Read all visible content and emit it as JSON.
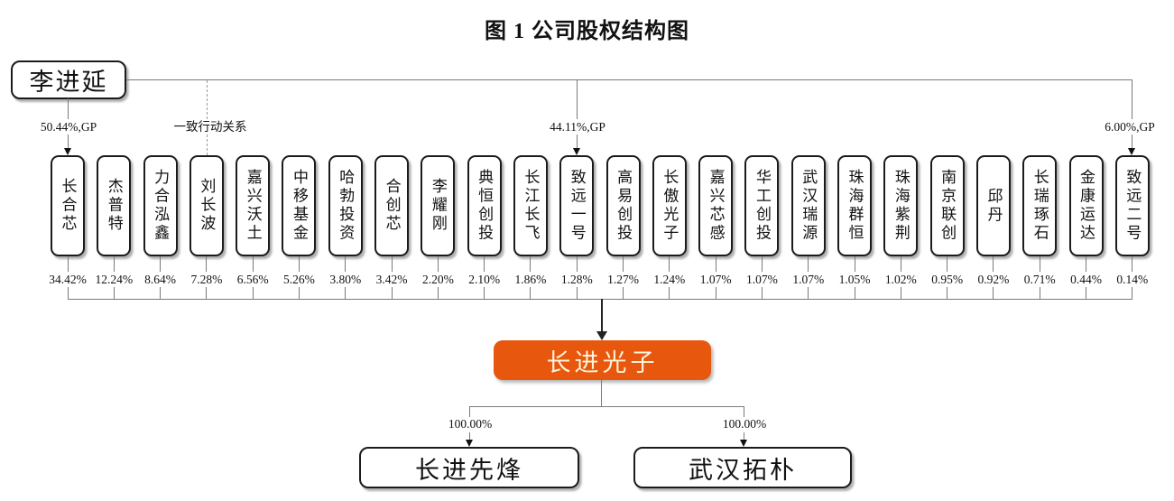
{
  "title": "图 1 公司股权结构图",
  "colors": {
    "company_fill": "#E7580E",
    "company_text": "#FCF3DB",
    "box_border": "#1b1b1b",
    "line": "#7a7a7a"
  },
  "controller": {
    "name": "李进延"
  },
  "edges": {
    "to_changhexin": "50.44%,GP",
    "concerted_action": "一致行动关系",
    "to_zhiyuan_no1": "44.11%,GP",
    "to_zhiyuan_no2": "6.00%,GP"
  },
  "shareholders": [
    {
      "name": "长合芯",
      "pct": "34.42%"
    },
    {
      "name": "杰普特",
      "pct": "12.24%"
    },
    {
      "name": "力合泓鑫",
      "pct": "8.64%"
    },
    {
      "name": "刘长波",
      "pct": "7.28%"
    },
    {
      "name": "嘉兴沃土",
      "pct": "6.56%"
    },
    {
      "name": "中移基金",
      "pct": "5.26%"
    },
    {
      "name": "哈勃投资",
      "pct": "3.80%"
    },
    {
      "name": "合创芯",
      "pct": "3.42%"
    },
    {
      "name": "李耀刚",
      "pct": "2.20%"
    },
    {
      "name": "典恒创投",
      "pct": "2.10%"
    },
    {
      "name": "长江长飞",
      "pct": "1.86%"
    },
    {
      "name": "致远一号",
      "pct": "1.28%"
    },
    {
      "name": "高易创投",
      "pct": "1.27%"
    },
    {
      "name": "长傲光子",
      "pct": "1.24%"
    },
    {
      "name": "嘉兴芯感",
      "pct": "1.07%"
    },
    {
      "name": "华工创投",
      "pct": "1.07%"
    },
    {
      "name": "武汉瑞源",
      "pct": "1.07%"
    },
    {
      "name": "珠海群恒",
      "pct": "1.05%"
    },
    {
      "name": "珠海紫荆",
      "pct": "1.02%"
    },
    {
      "name": "南京联创",
      "pct": "0.95%"
    },
    {
      "name": "邱丹",
      "pct": "0.92%"
    },
    {
      "name": "长瑞琢石",
      "pct": "0.71%"
    },
    {
      "name": "金康运达",
      "pct": "0.44%"
    },
    {
      "name": "致远二号",
      "pct": "0.14%"
    }
  ],
  "company": {
    "name": "长进光子"
  },
  "subsidiaries": [
    {
      "name": "长进先烽",
      "pct": "100.00%"
    },
    {
      "name": "武汉拓朴",
      "pct": "100.00%"
    }
  ]
}
